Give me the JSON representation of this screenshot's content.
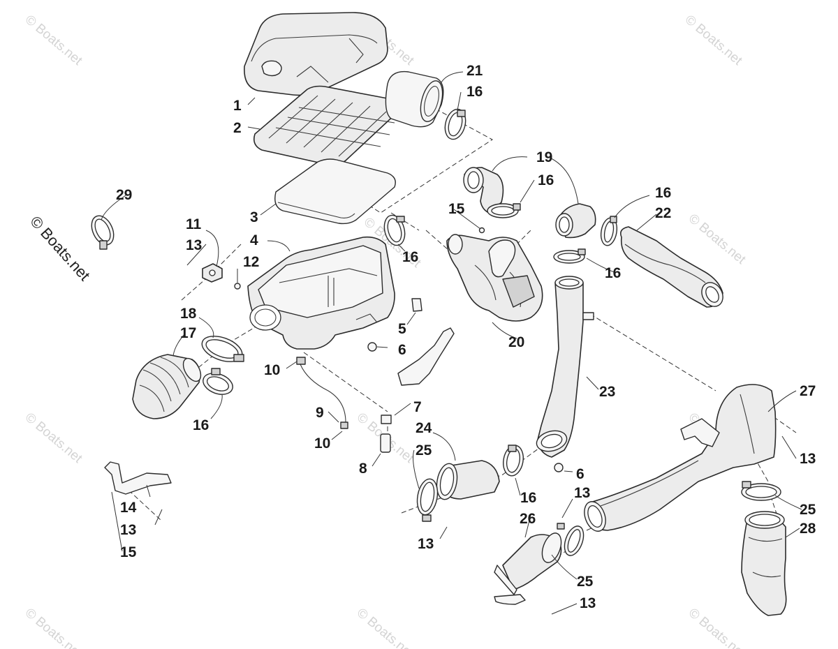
{
  "watermark": {
    "main_text": "© Boats.net",
    "faint_text": "© Boats.net"
  },
  "callouts": {
    "c1": "1",
    "c2": "2",
    "c3": "3",
    "c4": "4",
    "c5": "5",
    "c6a": "6",
    "c6b": "6",
    "c7": "7",
    "c8": "8",
    "c9": "9",
    "c10a": "10",
    "c10b": "10",
    "c11": "11",
    "c12": "12",
    "c13a": "13",
    "c13b": "13",
    "c13c": "13",
    "c13d": "13",
    "c13e": "13",
    "c13f": "13",
    "c14": "14",
    "c15a": "15",
    "c15b": "15",
    "c16a": "16",
    "c16b": "16",
    "c16c": "16",
    "c16d": "16",
    "c16e": "16",
    "c16f": "16",
    "c16g": "16",
    "c17": "17",
    "c18": "18",
    "c19": "19",
    "c20": "20",
    "c21": "21",
    "c22": "22",
    "c23": "23",
    "c24": "24",
    "c25a": "25",
    "c25b": "25",
    "c25c": "25",
    "c26": "26",
    "c27": "27",
    "c28": "28",
    "c29": "29"
  }
}
